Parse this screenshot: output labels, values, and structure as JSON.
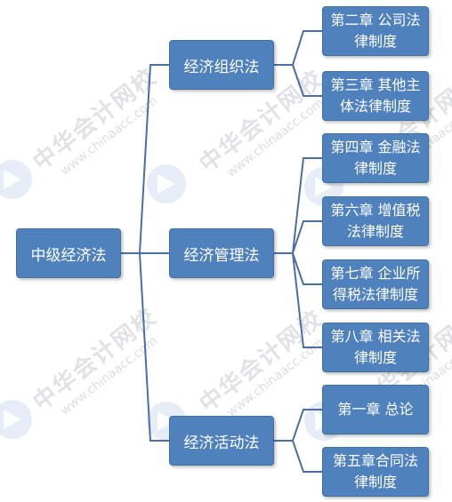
{
  "watermark": {
    "brand": "中华会计网校",
    "url": "www.chinaacc.com"
  },
  "colors": {
    "node_fill": "#4f81bd",
    "node_border": "#41719c",
    "connector": "#4a6fa5"
  },
  "root": {
    "label": "中级经济法"
  },
  "branches": [
    {
      "label": "经济组织法",
      "children": [
        [
          "第二章 公司法",
          "律制度"
        ],
        [
          "第三章 其他主",
          "体法律制度"
        ]
      ]
    },
    {
      "label": "经济管理法",
      "children": [
        [
          "第四章 金融法",
          "律制度"
        ],
        [
          "第六章 增值税",
          "法律制度"
        ],
        [
          "第七章 企业所",
          "得税法律制度"
        ],
        [
          "第八章 相关法",
          "律制度"
        ]
      ]
    },
    {
      "label": "经济活动法",
      "children": [
        [
          "第一章 总论"
        ],
        [
          "第五章合同法",
          "律制度"
        ]
      ]
    }
  ]
}
